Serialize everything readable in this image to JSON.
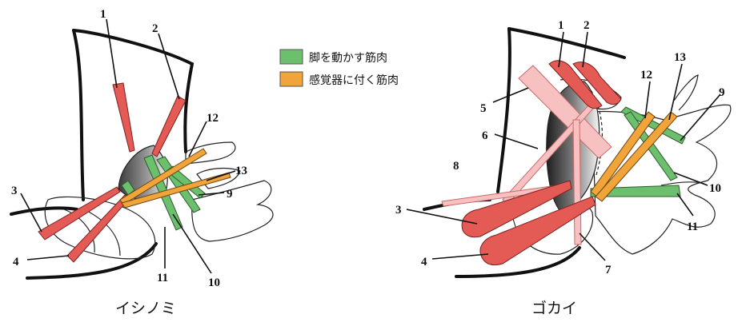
{
  "legend": {
    "items": [
      {
        "label": "脚を動かす筋肉",
        "color": "#6cbf6c"
      },
      {
        "label": "感覚器に付く筋肉",
        "color": "#f0a43a"
      }
    ]
  },
  "colors": {
    "red_muscle": "#e45a55",
    "pink_muscle": "#f6c1c0",
    "green_muscle": "#6cbf6c",
    "orange_muscle": "#f0a43a"
  },
  "panels": [
    {
      "caption": "イシノミ",
      "labels": [
        "1",
        "2",
        "3",
        "4",
        "9",
        "10",
        "11",
        "12",
        "13"
      ]
    },
    {
      "caption": "ゴカイ",
      "labels": [
        "1",
        "2",
        "3",
        "4",
        "5",
        "6",
        "7",
        "8",
        "9",
        "10",
        "11",
        "12",
        "13"
      ]
    }
  ]
}
